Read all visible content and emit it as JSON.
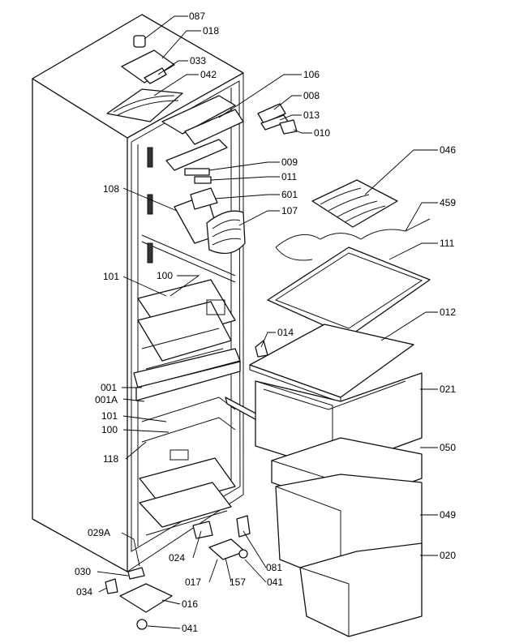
{
  "part_numbers": {
    "p087": "087",
    "p018": "018",
    "p033": "033",
    "p042": "042",
    "p106": "106",
    "p008": "008",
    "p013": "013",
    "p010": "010",
    "p046": "046",
    "p009": "009",
    "p011": "011",
    "p108": "108",
    "p601": "601",
    "p459": "459",
    "p107": "107",
    "p111": "111",
    "p101a": "101",
    "p100a": "100",
    "p012": "012",
    "p014": "014",
    "p001": "001",
    "p001A": "001A",
    "p021": "021",
    "p101b": "101",
    "p100b": "100",
    "p050": "050",
    "p118": "118",
    "p049": "049",
    "p029A": "029A",
    "p020": "020",
    "p024": "024",
    "p081": "081",
    "p030": "030",
    "p017": "017",
    "p157": "157",
    "p041a": "041",
    "p034": "034",
    "p016": "016",
    "p041b": "041"
  }
}
